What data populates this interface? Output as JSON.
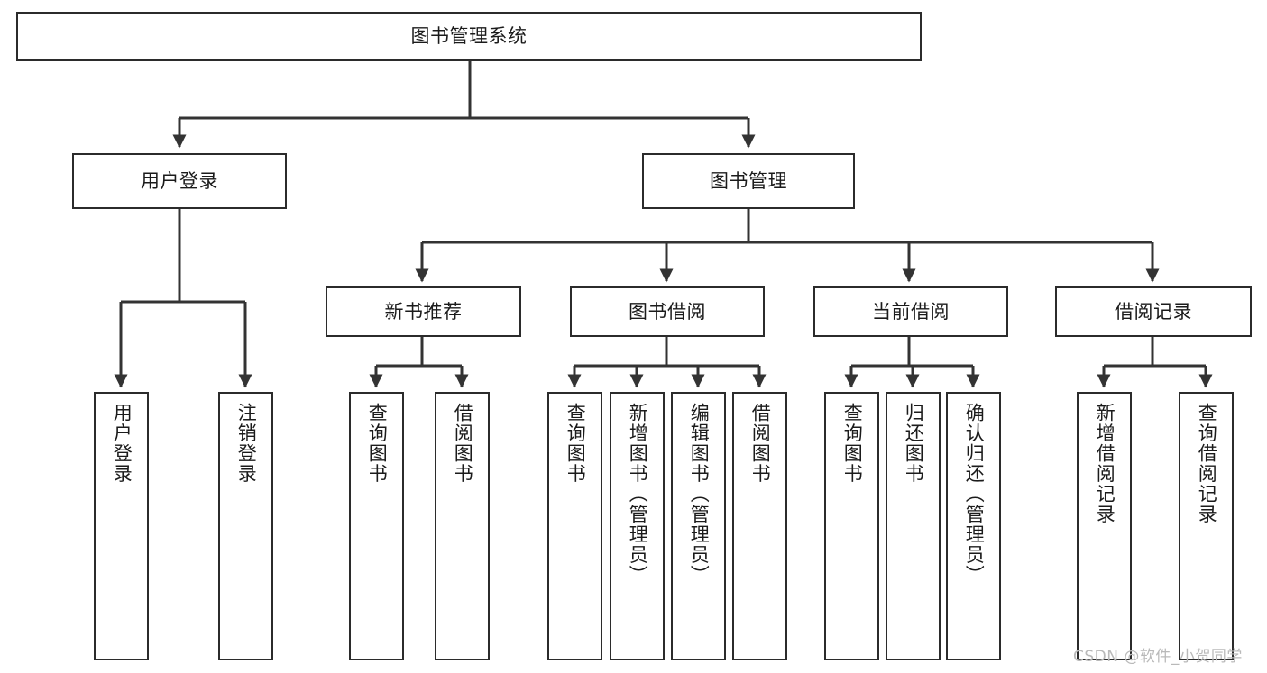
{
  "diagram": {
    "title": "图书管理系统",
    "type": "tree-hierarchy-chart",
    "watermark": "CSDN @软件_小贺同学",
    "colors": {
      "box_border": "#2b2b2b",
      "box_fill": "#ffffff",
      "connector": "#333333",
      "text": "#1b1b1b",
      "watermark": "#b9b9b9",
      "background": "#ffffff"
    },
    "levels": {
      "root": {
        "label": "图书管理系统"
      },
      "level2": [
        {
          "label": "用户登录"
        },
        {
          "label": "图书管理"
        }
      ],
      "level3": [
        {
          "label": "新书推荐"
        },
        {
          "label": "图书借阅"
        },
        {
          "label": "当前借阅"
        },
        {
          "label": "借阅记录"
        }
      ],
      "leaves": {
        "user_login": [
          {
            "label": "用户登录"
          },
          {
            "label": "注销登录"
          }
        ],
        "new_book_recommend": [
          {
            "label": "查询图书"
          },
          {
            "label": "借阅图书"
          }
        ],
        "book_borrow": [
          {
            "label": "查询图书"
          },
          {
            "label": "新增图书（管理员）"
          },
          {
            "label": "编辑图书（管理员）"
          },
          {
            "label": "借阅图书"
          }
        ],
        "current_borrow": [
          {
            "label": "查询图书"
          },
          {
            "label": "归还图书"
          },
          {
            "label": "确认归还（管理员）"
          }
        ],
        "borrow_record": [
          {
            "label": "新增借阅记录"
          },
          {
            "label": "查询借阅记录"
          }
        ]
      }
    }
  }
}
